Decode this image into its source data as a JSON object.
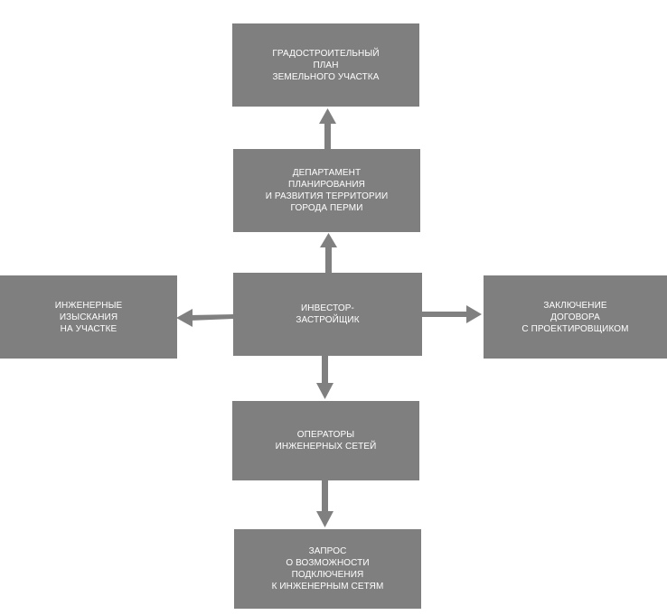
{
  "colors": {
    "box": "#7f7f7f",
    "arrow": "#808080",
    "text": "#ffffff",
    "background": "#ffffff"
  },
  "nodes": {
    "urban_plan": "ГРАДОСТРОИТЕЛЬНЫЙ\nПЛАН\nЗЕМЕЛЬНОГО УЧАСТКА",
    "department": "ДЕПАРТАМЕНТ\nПЛАНИРОВАНИЯ\nИ РАЗВИТИЯ ТЕРРИТОРИИ\nГОРОДА ПЕРМИ",
    "engineering_surveys": "ИНЖЕНЕРНЫЕ\nИЗЫСКАНИЯ\nНА УЧАСТКЕ",
    "investor": "ИНВЕСТОР-\nЗАСТРОЙЩИК",
    "contract": "ЗАКЛЮЧЕНИЕ\nДОГОВОРА\nС ПРОЕКТИРОВЩИКОМ",
    "network_operators": "ОПЕРАТОРЫ\nИНЖЕНЕРНЫХ СЕТЕЙ",
    "request": "ЗАПРОС\nО ВОЗМОЖНОСТИ\nПОДКЛЮЧЕНИЯ\nК ИНЖЕНЕРНЫМ СЕТЯМ"
  }
}
